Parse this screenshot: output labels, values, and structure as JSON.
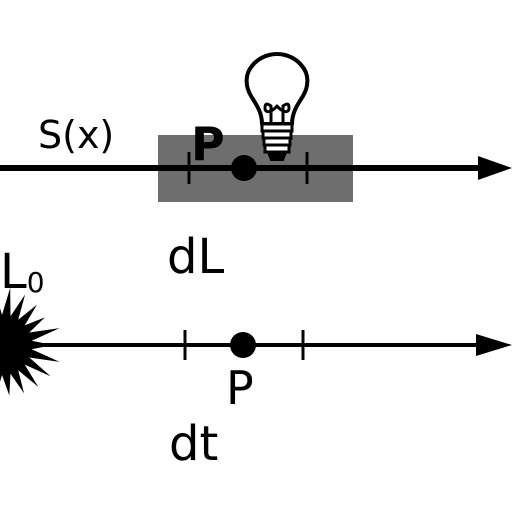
{
  "top_panel": {
    "function_label": "S(x)",
    "point_label": "P",
    "interval_label": "dL"
  },
  "bottom_panel": {
    "source_label": "L",
    "source_subscript": "0",
    "point_label": "P",
    "interval_label": "dt"
  },
  "icons": {
    "top_panel_icon": "light-bulb-icon",
    "bottom_panel_icon": "starburst-light-source-icon"
  },
  "colors": {
    "ink": "#000000",
    "highlight": "#6e6e6e",
    "background": "#ffffff"
  }
}
